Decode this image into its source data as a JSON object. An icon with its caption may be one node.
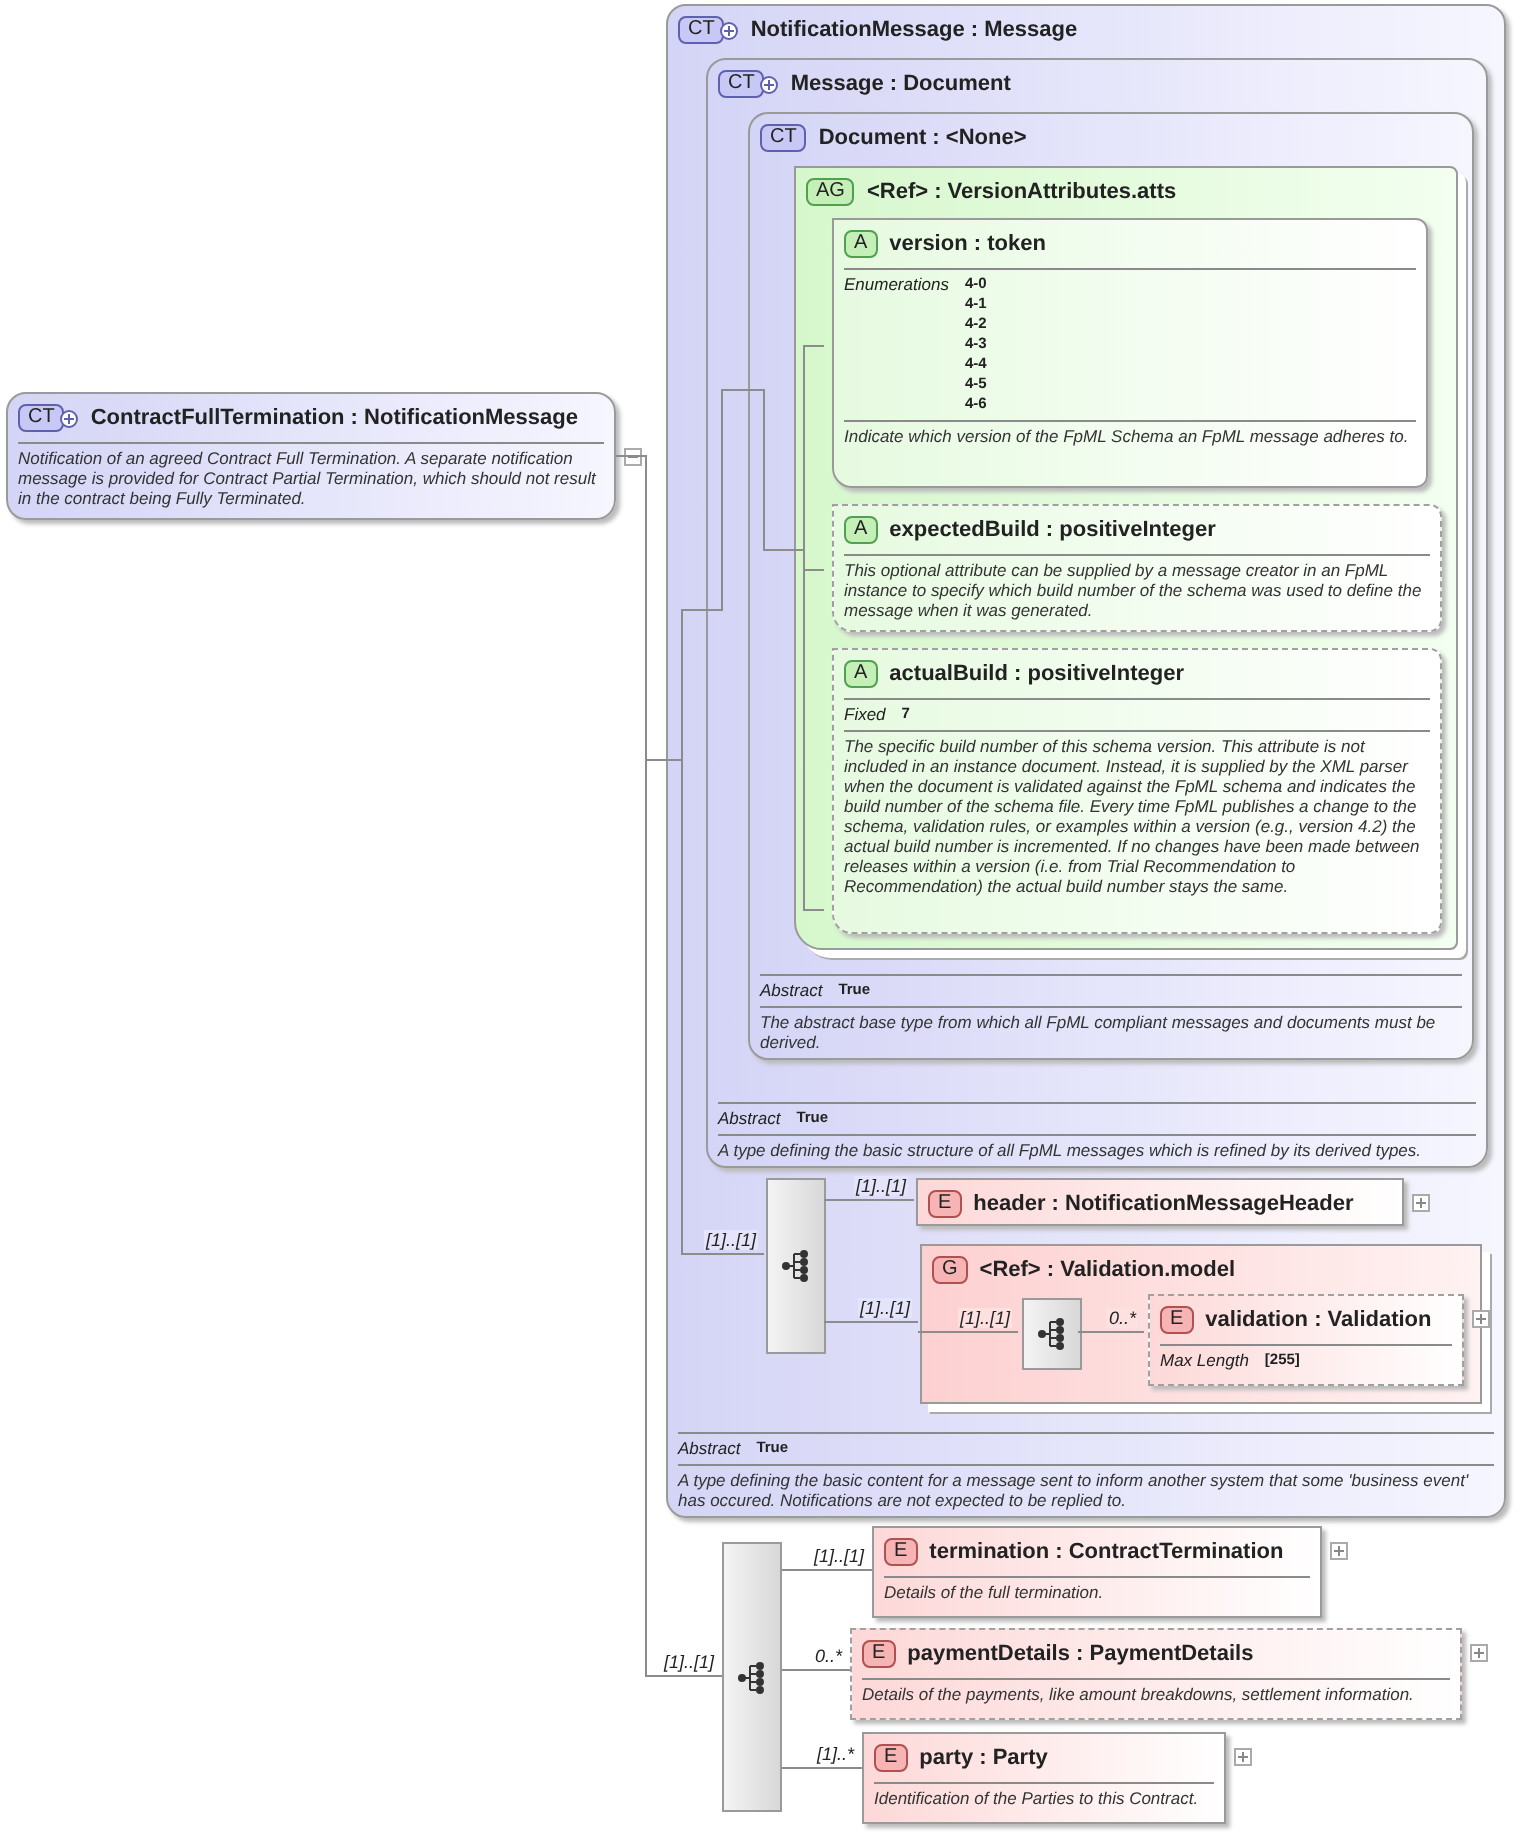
{
  "diagram": {
    "nodes": [
      {
        "text": [
          "CT",
          "ContractFullTermination : NotificationMessage",
          "Notification of an agreed Contract Full Termination. A separate notification message is provided for Contract Partial Termination, which should not result in the contract being Fully Terminated."
        ]
      },
      {
        "text": [
          "CT",
          "NotificationMessage : Message",
          "Abstract",
          "True",
          "A type defining the basic content for a message sent to inform another system that some 'business event' has occured. Notifications are not expected to be replied to."
        ]
      },
      {
        "text": [
          "CT",
          "Message : Document",
          "Abstract",
          "True",
          "A type defining the basic structure of all FpML messages which is refined by its derived types."
        ],
        "in": 1
      },
      {
        "text": [
          "CT",
          "Document : <None>",
          "Abstract",
          "True",
          "The abstract base type from which all FpML compliant messages and documents must be derived."
        ],
        "in": 2
      },
      {
        "text": [
          "AG",
          "<Ref> : VersionAttributes.atts"
        ],
        "in": 3
      },
      {
        "text": [
          "A",
          "version : token",
          "Enumerations",
          "4-0",
          "4-1",
          "4-2",
          "4-3",
          "4-4",
          "4-5",
          "4-6",
          "Indicate which version of the FpML Schema an FpML message adheres to."
        ],
        "in": 4
      },
      {
        "text": [
          "A",
          "expectedBuild : positiveInteger",
          "This optional attribute can be supplied by a message creator in an FpML instance to specify which build number of the schema was used to define the message when it was generated."
        ],
        "in": 4
      },
      {
        "text": [
          "A",
          "actualBuild : positiveInteger",
          "Fixed",
          "7",
          "The specific build number of this schema version. This attribute is not included in an instance document. Instead, it is supplied by the XML parser when the document is validated against the FpML schema and indicates the build number of the schema file. Every time FpML publishes a change to the schema, validation rules, or examples within a version (e.g., version 4.2) the actual build number is incremented. If no changes have been made between releases within a version (i.e. from Trial Recommendation to Recommendation) the actual build number stays the same."
        ],
        "in": 4
      },
      {
        "text": [],
        "shape": "box",
        "in": 1
      },
      {
        "text": [
          "E",
          "header : NotificationMessageHeader"
        ],
        "in": 1
      },
      {
        "text": [
          "G",
          "<Ref> : Validation.model"
        ],
        "in": 1
      },
      {
        "text": [],
        "shape": "box",
        "in": 10
      },
      {
        "text": [
          "E",
          "validation : Validation",
          "Max Length",
          "[255]"
        ],
        "in": 10
      },
      {
        "text": [],
        "shape": "box"
      },
      {
        "text": [
          "E",
          "termination : ContractTermination",
          "Details of the full termination."
        ]
      },
      {
        "text": [
          "E",
          "paymentDetails : PaymentDetails",
          "Details of the payments, like amount breakdowns, settlement information."
        ]
      },
      {
        "text": [
          "E",
          "party : Party",
          "Identification of the Parties to this Contract."
        ]
      }
    ],
    "edges": [
      {
        "from": 0,
        "to": 1,
        "arrow": "none"
      },
      {
        "from": 1,
        "to": 2,
        "arrow": "none"
      },
      {
        "from": 1,
        "to": 8,
        "arrow": "none",
        "label": "[1]..[1]"
      },
      {
        "from": 2,
        "to": 3,
        "arrow": "none"
      },
      {
        "from": 3,
        "to": 4,
        "arrow": "none"
      },
      {
        "from": 4,
        "to": 5,
        "arrow": "none"
      },
      {
        "from": 4,
        "to": 6,
        "arrow": "none"
      },
      {
        "from": 4,
        "to": 7,
        "arrow": "none"
      },
      {
        "from": 8,
        "to": 9,
        "arrow": "none",
        "label": "[1]..[1]"
      },
      {
        "from": 8,
        "to": 10,
        "arrow": "none",
        "label": "[1]..[1]"
      },
      {
        "from": 10,
        "to": 11,
        "arrow": "none",
        "label": "[1]..[1]"
      },
      {
        "from": 11,
        "to": 12,
        "arrow": "none",
        "label": "0..*"
      },
      {
        "from": 0,
        "to": 13,
        "arrow": "none",
        "label": "[1]..[1]"
      },
      {
        "from": 13,
        "to": 14,
        "arrow": "none",
        "label": "[1]..[1]"
      },
      {
        "from": 13,
        "to": 15,
        "arrow": "none",
        "label": "0..*"
      },
      {
        "from": 13,
        "to": 16,
        "arrow": "none",
        "label": "[1]..*"
      }
    ]
  }
}
